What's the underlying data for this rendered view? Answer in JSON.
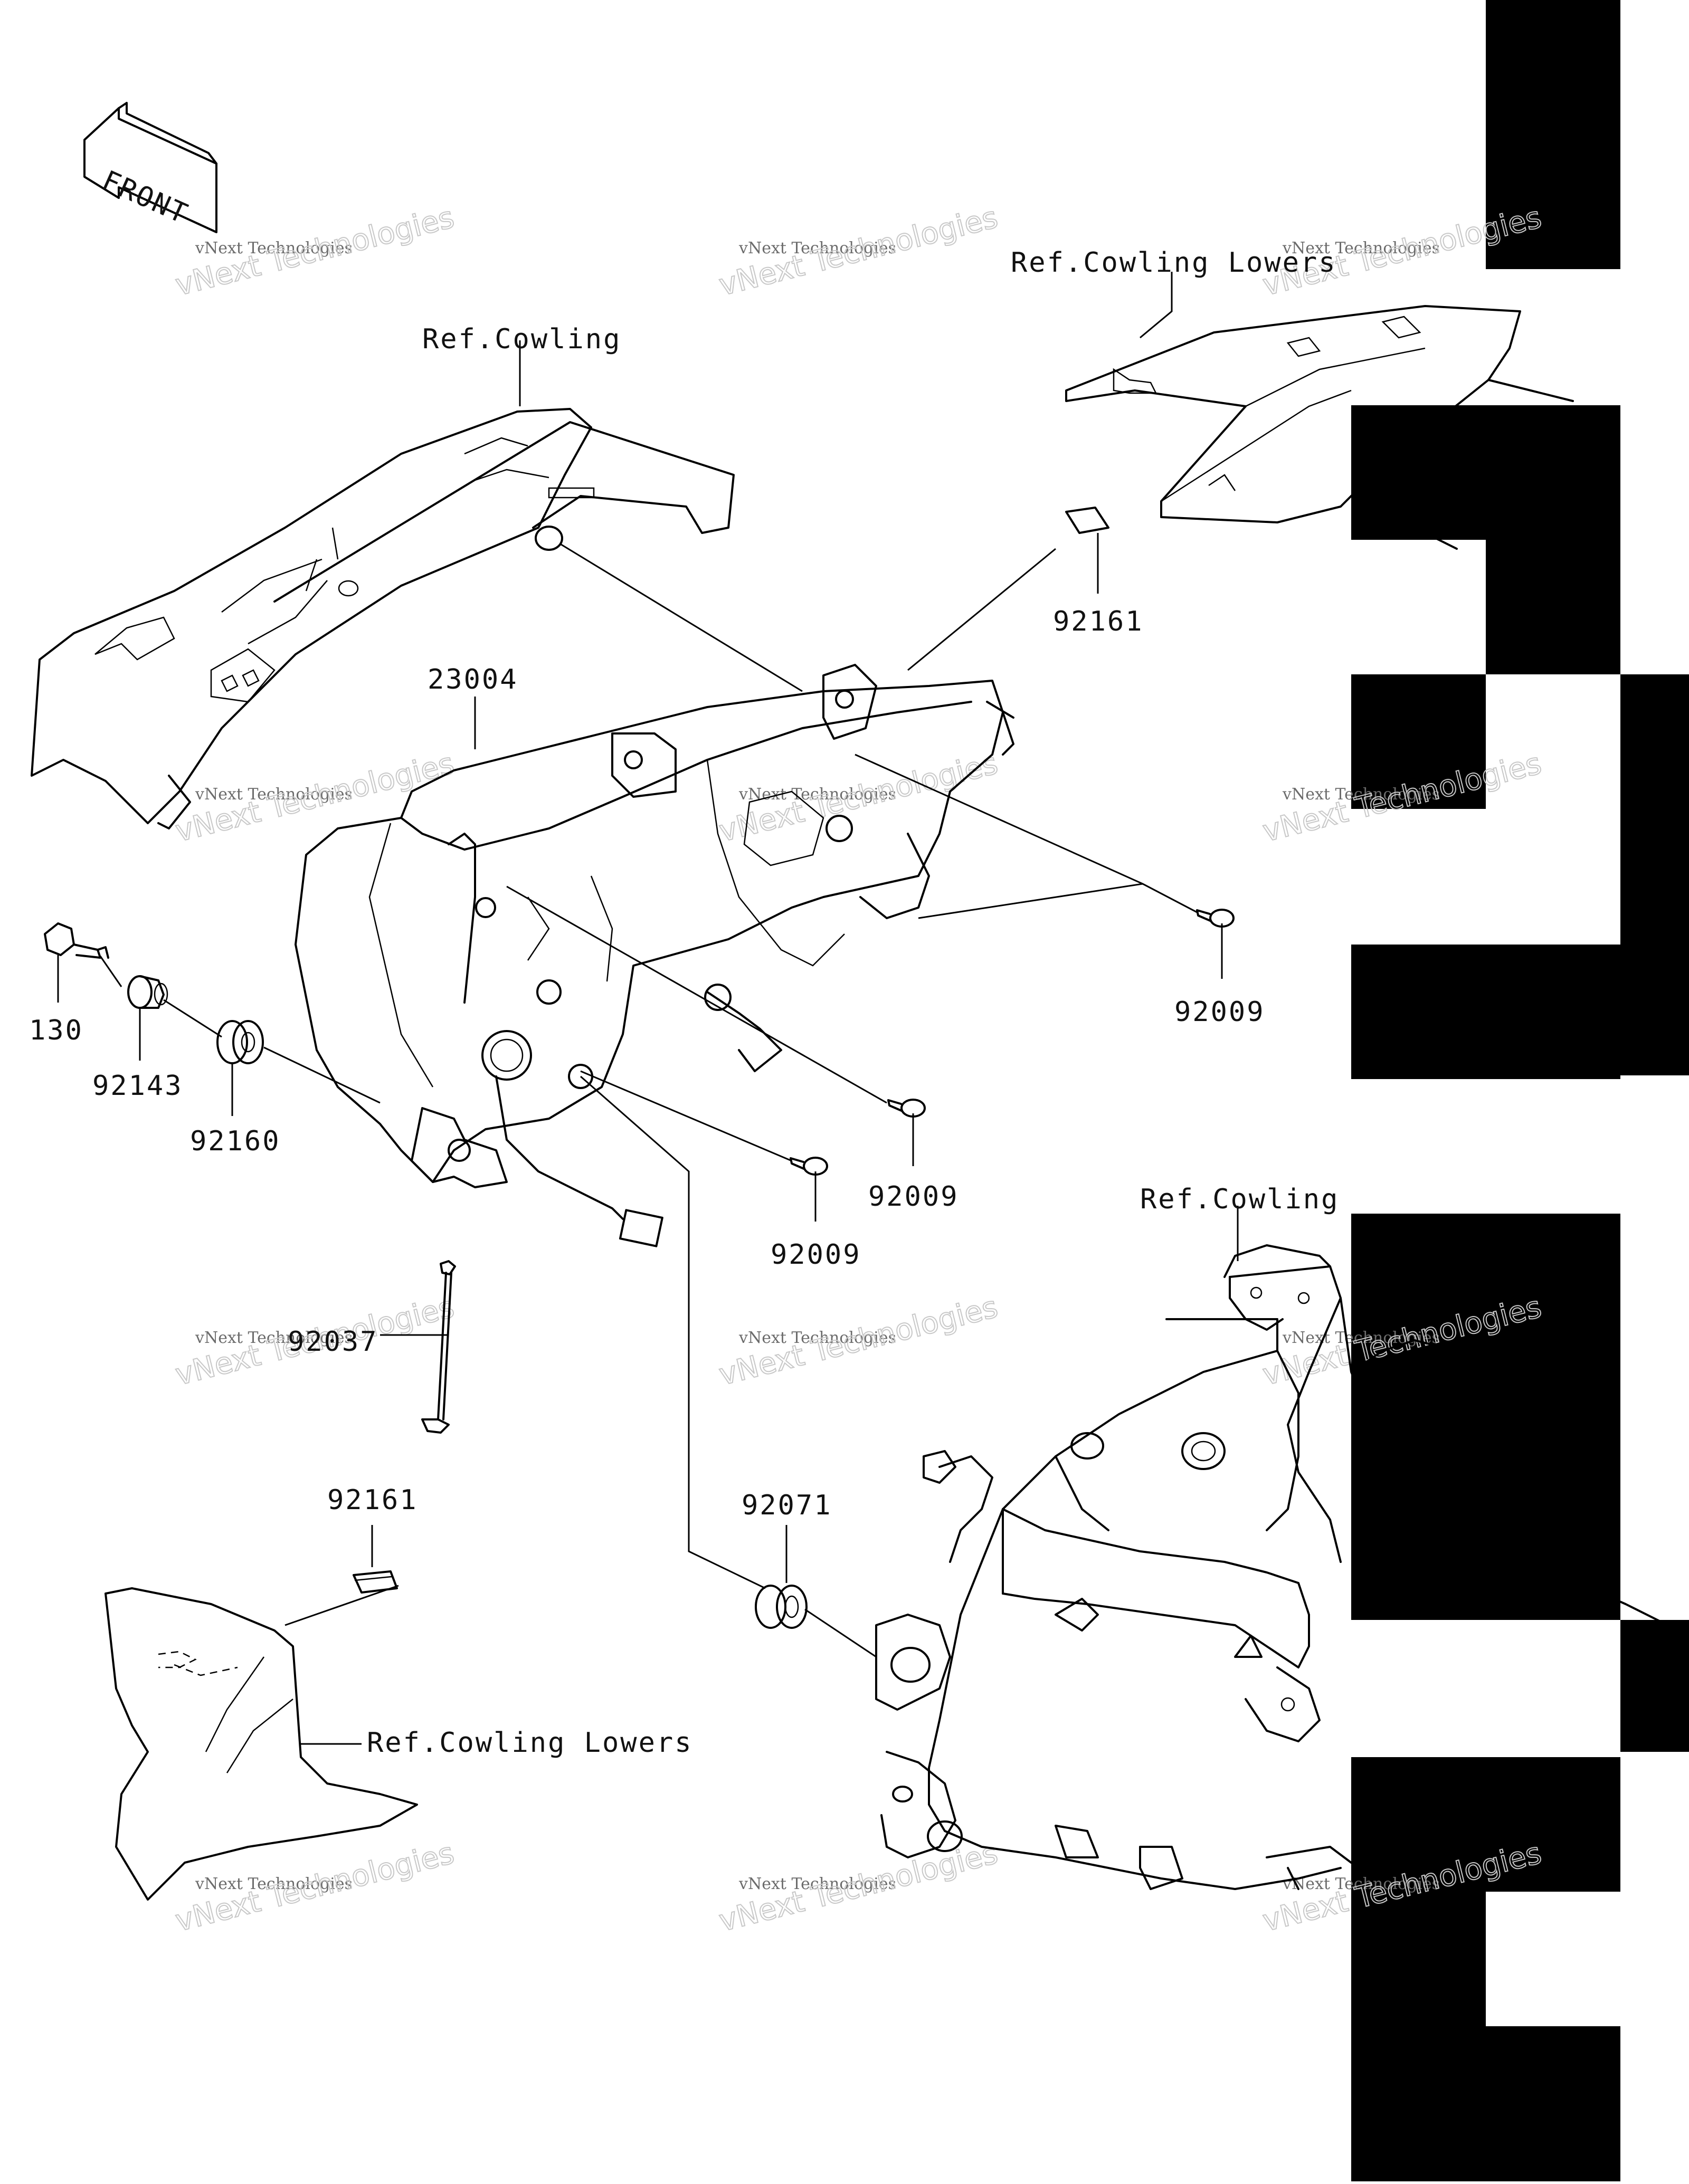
{
  "front_badge": "FRONT",
  "watermark": {
    "line1": "vNext Technologies",
    "line2": "vNext Technologies"
  },
  "labels": [
    {
      "id": "ref-cowling-top",
      "text": "Ref.Cowling"
    },
    {
      "id": "ref-cowling-lowers-top",
      "text": "Ref.Cowling Lowers"
    },
    {
      "id": "part-92161-top",
      "text": "92161"
    },
    {
      "id": "part-23004",
      "text": "23004"
    },
    {
      "id": "part-92009-right",
      "text": "92009"
    },
    {
      "id": "part-130",
      "text": "130"
    },
    {
      "id": "part-92143",
      "text": "92143"
    },
    {
      "id": "part-92160",
      "text": "92160"
    },
    {
      "id": "part-92009-mid",
      "text": "92009"
    },
    {
      "id": "part-92009-low",
      "text": "92009"
    },
    {
      "id": "ref-cowling-bracket",
      "text": "Ref.Cowling"
    },
    {
      "id": "part-92037",
      "text": "92037"
    },
    {
      "id": "part-92161-bottom",
      "text": "92161"
    },
    {
      "id": "part-92071",
      "text": "92071"
    },
    {
      "id": "ref-cowling-lowers-bottom",
      "text": "Ref.Cowling Lowers"
    }
  ],
  "colors": {
    "ink": "#000000",
    "paper": "#ffffff",
    "watermark": "#6b6b6b"
  }
}
